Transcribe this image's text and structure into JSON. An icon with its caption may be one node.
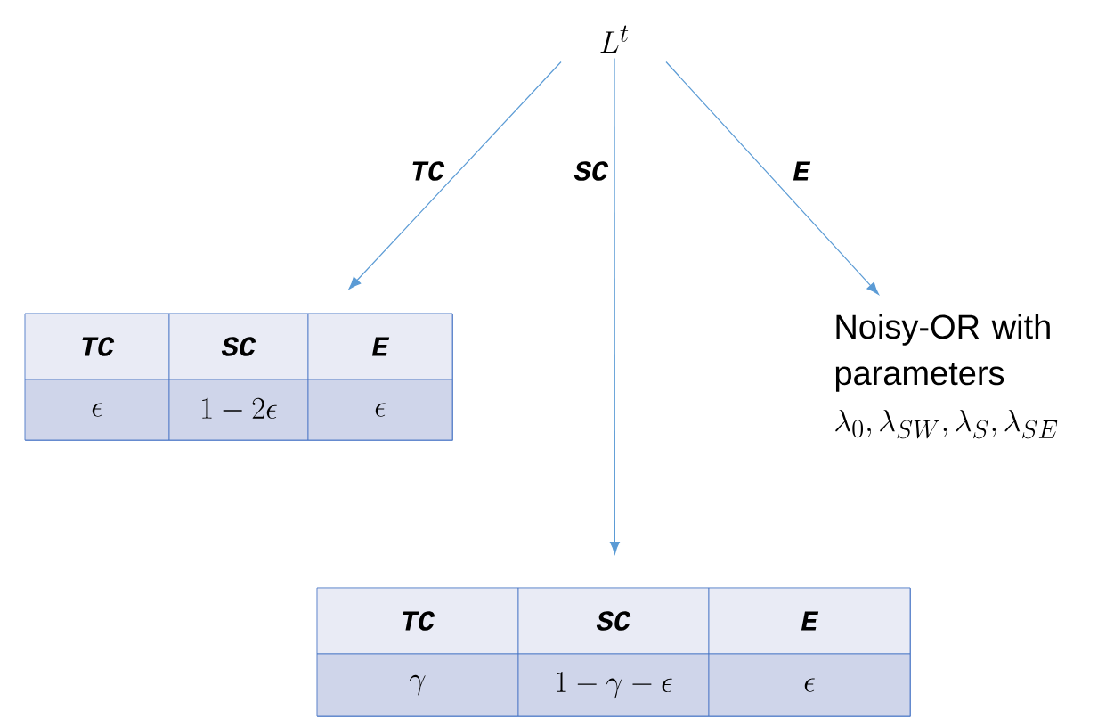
{
  "diagram": {
    "nodes": [
      {
        "text": [
          "L^t"
        ]
      },
      {
        "text": [
          "TC",
          "SC",
          "E",
          "\\epsilon",
          "1-2\\epsilon",
          "\\epsilon"
        ]
      },
      {
        "text": [
          "Noisy-OR with parameters",
          "\\lambda_0, \\lambda_{SW}, \\lambda_S, \\lambda_{SE}"
        ]
      },
      {
        "text": [
          "TC",
          "SC",
          "E",
          "\\gamma",
          "1-\\gamma-\\epsilon",
          "\\epsilon"
        ]
      }
    ],
    "edges": [
      {
        "from": 0,
        "to": 1,
        "arrow": "to",
        "label": "TC"
      },
      {
        "from": 0,
        "to": 3,
        "arrow": "to",
        "label": "SC"
      },
      {
        "from": 0,
        "to": 2,
        "arrow": "to",
        "label": "E"
      }
    ]
  }
}
